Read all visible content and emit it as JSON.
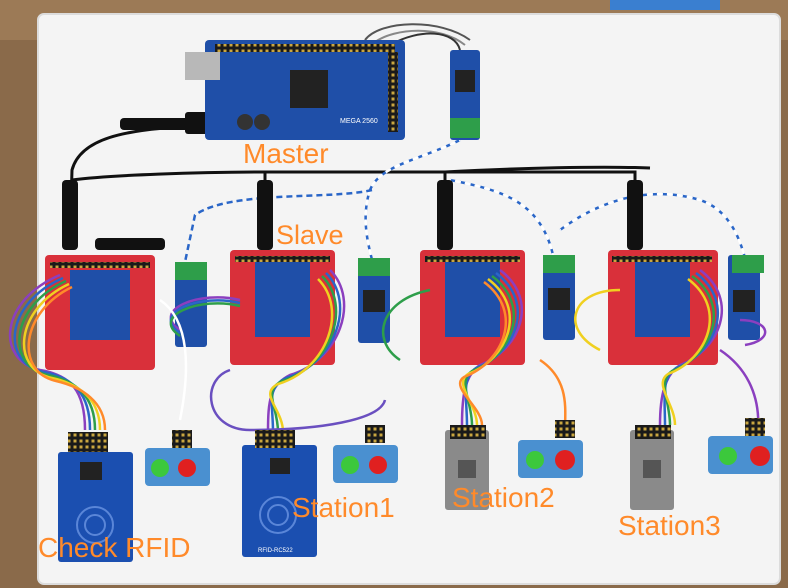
{
  "labels": {
    "master": "Master",
    "slave": "Slave",
    "station1": "Station1",
    "station2": "Station2",
    "station3": "Station3",
    "check_rfid": "Check RFID"
  },
  "board_silk": {
    "mega": "MEGA 2560",
    "rc522": "RFID-RC522"
  },
  "colors": {
    "label": "#ff8a2a",
    "board_red": "#d9303a",
    "board_blue": "#1f4fa8",
    "rfid_blue": "#1b4fb0",
    "led_green": "#3cc83c",
    "led_red": "#e02020",
    "terminal_green": "#2e9e4a",
    "backboard": "#f4f4f4",
    "wood": "#8a6a4a"
  }
}
